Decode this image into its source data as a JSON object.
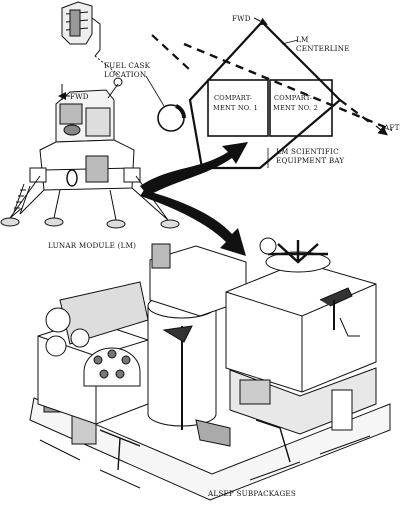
{
  "labels": {
    "fwd_top": "FWD",
    "lm_centerline_1": "LM",
    "lm_centerline_2": "CENTERLINE",
    "fuel_cask_1": "FUEL CASK",
    "fuel_cask_2": "LOCATION",
    "compartment1_1": "COMPART-",
    "compartment1_2": "MENT NO. 1",
    "compartment2_1": "COMPART-",
    "compartment2_2": "MENT NO. 2",
    "aft": "AFT",
    "bay_1": "LM SCIENTIFIC",
    "bay_2": "EQUIPMENT BAY",
    "fwd_lm": "FWD",
    "lunar_module": "LUNAR MODULE (LM)",
    "alsep": "ALSEP SUBPACKAGES"
  },
  "icons": [
    "arrow-fwd-icon",
    "curved-arrow-icon"
  ],
  "colors": {
    "ink": "#111111",
    "paper": "#ffffff"
  }
}
